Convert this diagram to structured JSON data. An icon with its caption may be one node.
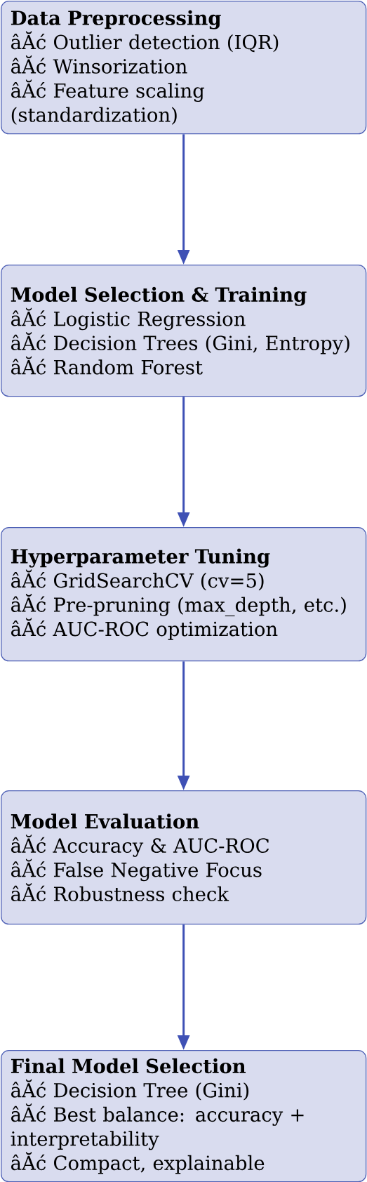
{
  "diagram": {
    "nodes": [
      {
        "text": [
          "Data Preprocessing",
          "âĂć Outlier detection (IQR)",
          "âĂć Winsorization",
          "âĂć Feature scaling (standardization)"
        ]
      },
      {
        "text": [
          "Model Selection & Training",
          "âĂć Logistic Regression",
          "âĂć Decision Trees (Gini, Entropy)",
          "âĂć Random Forest"
        ]
      },
      {
        "text": [
          "Hyperparameter Tuning",
          "âĂć GridSearchCV (cv=5)",
          "âĂć Pre-pruning (max_depth, etc.)",
          "âĂć AUC-ROC optimization"
        ]
      },
      {
        "text": [
          "Model Evaluation",
          "âĂć Accuracy & AUC-ROC",
          "âĂć False Negative Focus",
          "âĂć Robustness check"
        ]
      },
      {
        "text": [
          "Final Model Selection",
          "âĂć Decision Tree (Gini)",
          "âĂć Best balance: accuracy + interpretability",
          "âĂć Compact, explainable"
        ]
      }
    ],
    "edges": [
      {
        "from": 0,
        "to": 1,
        "arrow": "to"
      },
      {
        "from": 1,
        "to": 2,
        "arrow": "to"
      },
      {
        "from": 2,
        "to": 3,
        "arrow": "to"
      },
      {
        "from": 3,
        "to": 4,
        "arrow": "to"
      }
    ]
  }
}
